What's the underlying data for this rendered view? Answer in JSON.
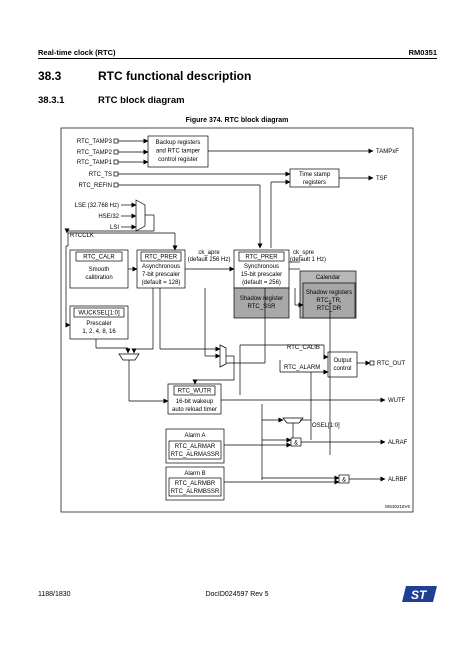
{
  "header": {
    "left": "Real-time clock (RTC)",
    "right": "RM0351"
  },
  "section": {
    "number": "38.3",
    "title": "RTC functional description"
  },
  "subsection": {
    "number": "38.3.1",
    "title": "RTC block diagram"
  },
  "figure": {
    "caption": "Figure 374. RTC block diagram",
    "ref_id": "MS30216V6"
  },
  "inputs": {
    "tamp3": "RTC_TAMP3",
    "tamp2": "RTC_TAMP2",
    "tamp1": "RTC_TAMP1",
    "ts": "RTC_TS",
    "refin": "RTC_REFIN",
    "lse": "LSE (32.768 Hz)",
    "hse": "HSE/32",
    "lsi": "LSI",
    "rtcclk": "RTCCLK"
  },
  "blocks": {
    "backup": [
      "Backup registers",
      "and RTC tamper",
      "control register"
    ],
    "timestamp": [
      "Time stamp",
      "registers"
    ],
    "calr": {
      "reg": "RTC_CALR",
      "desc": [
        "Smooth",
        "calibration"
      ]
    },
    "prer_async": {
      "reg": "RTC_PRER",
      "desc": [
        "Asynchronous",
        "7-bit prescaler",
        "(default = 128)"
      ]
    },
    "prer_sync": {
      "reg": "RTC_PRER",
      "desc": [
        "Synchronous",
        "15-bit prescaler",
        "(default = 256)"
      ]
    },
    "calendar": "Calendar",
    "shadow_ssr": [
      "Shadow register",
      "RTC_SSR"
    ],
    "shadow_regs": [
      "Shadow registers",
      "RTC_TR,",
      "RTC_DR"
    ],
    "wucksel": {
      "reg": "WUCKSEL[1:0]",
      "desc": [
        "Prescaler",
        "1, 2, 4, 8, 16"
      ]
    },
    "wutr": {
      "reg": "RTC_WUTR",
      "desc": [
        "16-bit wakeup",
        "auto reload timer"
      ]
    },
    "output_control": [
      "Output",
      "control"
    ],
    "alarm_a": {
      "title": "Alarm A",
      "regs": [
        "RTC_ALRMAR",
        "RTC_ALRMASSR"
      ]
    },
    "alarm_b": {
      "title": "Alarm B",
      "regs": [
        "RTC_ALRMBR",
        "RTC_ALRMBSSR"
      ]
    }
  },
  "signals": {
    "ck_apre": "ck_apre",
    "ck_apre_freq": "(default 256 Hz)",
    "ck_spre": "ck_spre",
    "ck_spre_freq": "(default 1 Hz)",
    "calib": "RTC_CALIB",
    "alarm": "RTC_ALARM",
    "osel": "OSEL[1:0]"
  },
  "outputs": {
    "tampxf": "TAMPxF",
    "tsf": "TSF",
    "rtc_out": "RTC_OUT",
    "wutf": "WUTF",
    "alraf": "ALRAF",
    "alrbf": "ALRBF"
  },
  "footer": {
    "page": "1188/1830",
    "doc": "DocID024597 Rev 5"
  },
  "logo_text": "ST"
}
